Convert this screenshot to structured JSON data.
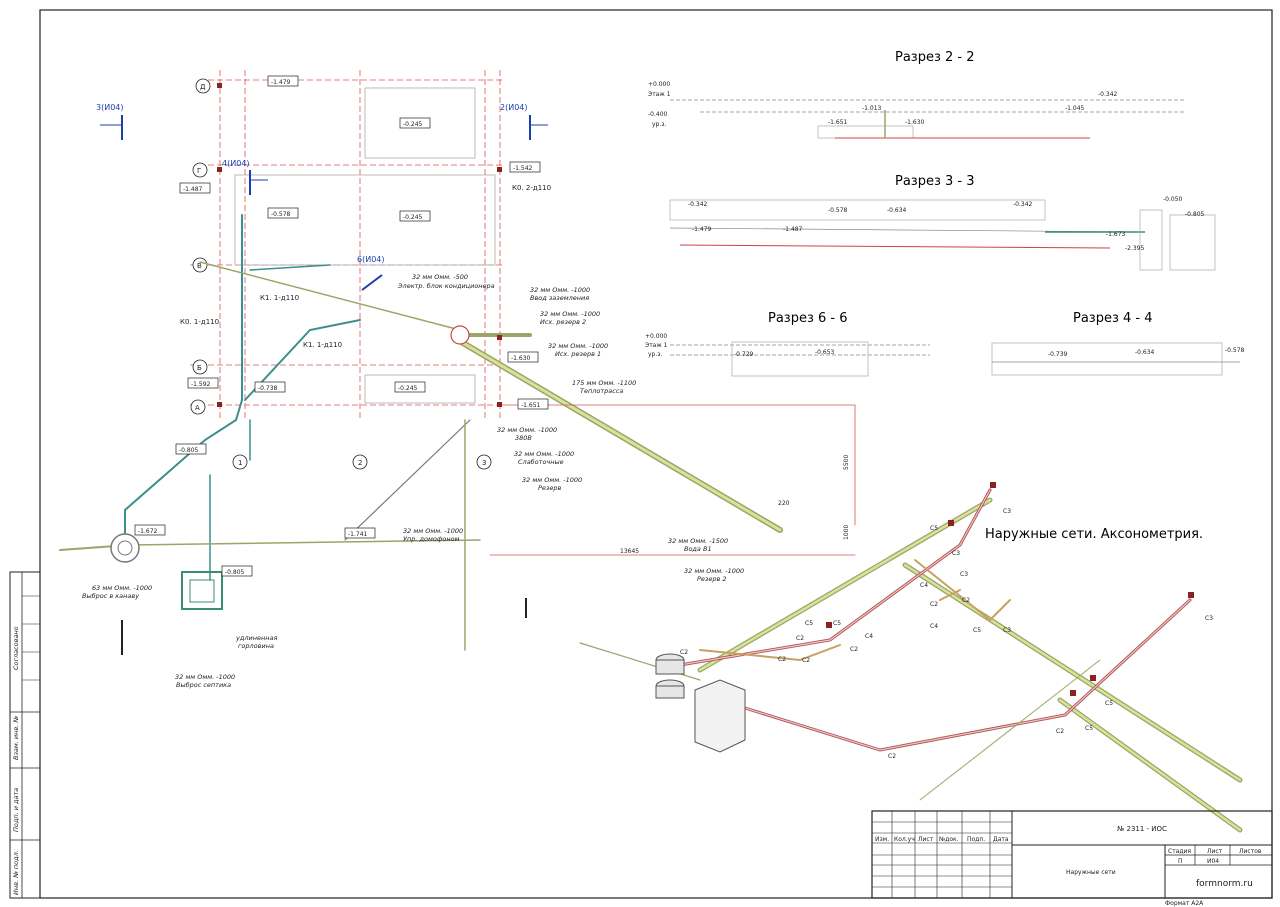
{
  "drawing": {
    "section_titles": {
      "s22": "Разрез 2 - 2",
      "s33": "Разрез 3 - 3",
      "s66": "Разрез 6 - 6",
      "s44": "Разрез 4 - 4",
      "axon": "Наружные сети. Аксонометрия."
    },
    "grid_axes": [
      "Д",
      "Г",
      "В",
      "Б",
      "А",
      "1",
      "2",
      "3"
    ],
    "section_marks": [
      "3(И04)",
      "2(И04)",
      "4(И04)",
      "6(И04)"
    ],
    "elevations": [
      "-1.479",
      "-0.245",
      "-1.542",
      "-1.487",
      "-0.578",
      "-0.245",
      "-1.630",
      "-1.592",
      "-0.738",
      "-0.245",
      "-1.651",
      "-0.805",
      "-1.672",
      "-1.741",
      "-0.805"
    ],
    "pipe_labels": {
      "k02": "К0. 2-д110",
      "k11a": "К1. 1-д110",
      "k01": "К0. 1-д110",
      "k11b": "К1. 1-д110",
      "cond": "32 мм Омм. -500",
      "cond2": "Электр. блок кондиционера",
      "grnd": "32 мм Омм. -1000",
      "grnd2": "Ввод заземления",
      "res2": "32 мм Омм. -1000",
      "res2b": "Исх. резерв 2",
      "res1": "32 мм Омм. -1000",
      "res1b": "Исх. резерв 1",
      "heat": "175 мм Омм. -1100",
      "heat2": "Теплотрасса",
      "v380": "32 мм Омм. -1000",
      "v380b": "380В",
      "weak": "32 мм Омм. -1000",
      "weak2": "Слаботочные",
      "rez": "32 мм Омм. -1000",
      "rez2": "Резерв",
      "dom": "32 мм Омм. -1000",
      "dom2": "Упр. домофоном",
      "water": "32 мм Омм. -1500",
      "water2": "Вода В1",
      "rezb": "32 мм Омм. -1000",
      "rezb2": "Резерв 2",
      "ditch": "63 мм Омм. -1000",
      "ditch2": "Выброс в канаву",
      "sep": "32 мм Омм. -1000",
      "sep2": "Выброс септика",
      "neck": "удлиненная",
      "neck2": "горловина"
    },
    "dims": [
      "13645",
      "5500",
      "1000",
      "220"
    ],
    "sec22_levels": [
      "+0.000",
      "Этаж 1",
      "-0.400",
      "ур.з.",
      "-0.342",
      "-1.013",
      "-1.045",
      "-1.651",
      "-1.630"
    ],
    "sec33_levels": [
      "-0.342",
      "-0.578",
      "-0.634",
      "-0.342",
      "-0.050",
      "-0.805",
      "-1.479",
      "-1.487",
      "-1.673",
      "-2.395"
    ],
    "sec66_levels": [
      "+0.000",
      "Этаж 1",
      "ур.з.",
      "-0.729",
      "-0.653"
    ],
    "sec44_levels": [
      "-0.739",
      "-0.634",
      "-0.578"
    ],
    "axon_labels": [
      "С3",
      "С5",
      "С3",
      "С4",
      "С2",
      "С2",
      "С5",
      "С3",
      "С4",
      "С3",
      "С5",
      "С2",
      "С2",
      "С4",
      "С2",
      "С5",
      "С2",
      "С2",
      "С3",
      "С5",
      "С5",
      "С2",
      "С2"
    ]
  },
  "sidebar_stamp": {
    "agreed": "Согласовано",
    "inv": "Взам. инв. №",
    "sign": "Подп. и дата",
    "orig": "Инв. № подл."
  },
  "title_block": {
    "headers": [
      "Изм.",
      "Кол.уч",
      "Лист",
      "№док.",
      "Подп.",
      "Дата"
    ],
    "code": "№ 2311 - ИОС",
    "sheet_name": "Наружные сети",
    "stage_h": "Стадия",
    "sheet_h": "Лист",
    "sheets_h": "Листов",
    "stage": "П",
    "sheet": "И04",
    "sheets": "",
    "company": "formnorm.ru",
    "format": "Формат А2А"
  }
}
